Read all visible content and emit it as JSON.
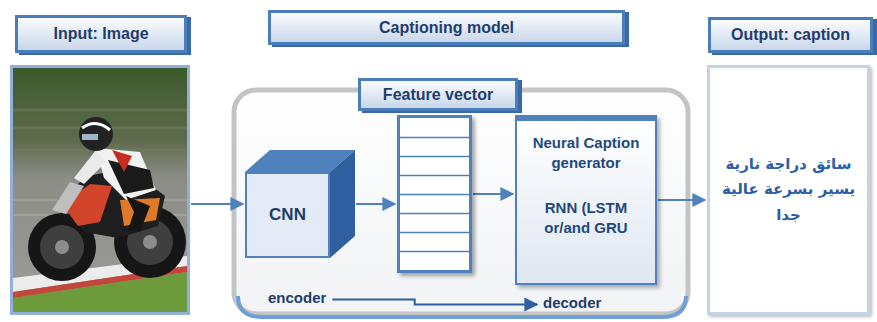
{
  "diagram": {
    "nodes": [
      {
        "text": [
          "Input: Image"
        ]
      },
      {
        "text": [
          "Captioning model"
        ]
      },
      {
        "text": [
          "CNN"
        ],
        "in": 1
      },
      {
        "text": [
          "Feature vector"
        ],
        "in": 1
      },
      {
        "text": [
          "Neural Caption generator",
          "RNN (LSTM or/and GRU"
        ],
        "in": 1
      },
      {
        "text": [
          "Output: caption",
          "سائق دراجة نارية يسير بسرعة عالية جدا"
        ]
      }
    ],
    "edges": [
      {
        "from": 0,
        "to": 2,
        "arrow": "to"
      },
      {
        "from": 2,
        "to": 3,
        "arrow": "to"
      },
      {
        "from": 3,
        "to": 4,
        "arrow": "to"
      },
      {
        "from": 4,
        "to": 5,
        "arrow": "to"
      }
    ],
    "labels": [
      "encoder",
      "decoder"
    ]
  }
}
